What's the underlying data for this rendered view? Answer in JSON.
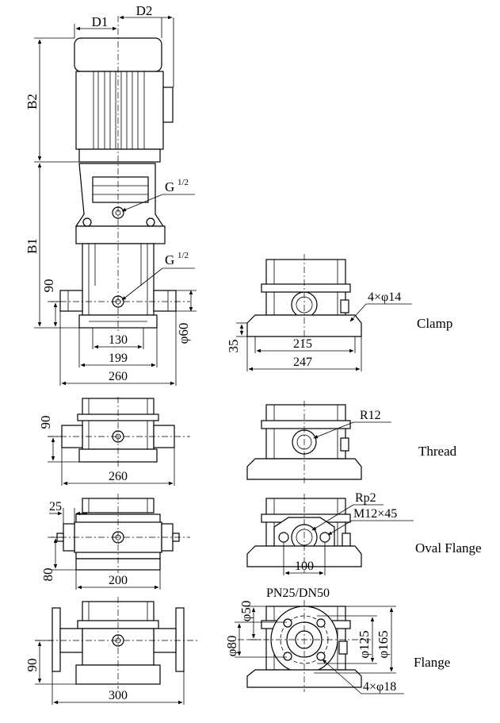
{
  "top": {
    "d1": "D1",
    "d2": "D2",
    "b2": "B2",
    "b1": "B1"
  },
  "clamp": {
    "g_upper": "G",
    "g_lower": "G",
    "half": "1/2",
    "h90": "90",
    "dia60": "φ60",
    "w130": "130",
    "w199": "199",
    "w260": "260",
    "base_h35": "35",
    "base_w215": "215",
    "base_w247": "247",
    "bolts": "4×φ14",
    "name": "Clamp"
  },
  "thread": {
    "h90": "90",
    "w260": "260",
    "port": "R12",
    "name": "Thread"
  },
  "oval": {
    "w25": "25",
    "h80": "80",
    "w200": "200",
    "port": "Rp2",
    "bolt": "M12×45",
    "w100": "100",
    "name": "Oval Flange"
  },
  "flange": {
    "h90": "90",
    "w300": "300",
    "rating": "PN25/DN50",
    "d50": "φ50",
    "d80": "φ80",
    "d125": "φ125",
    "d165": "φ165",
    "bolts": "4×φ18",
    "name": "Flange"
  }
}
